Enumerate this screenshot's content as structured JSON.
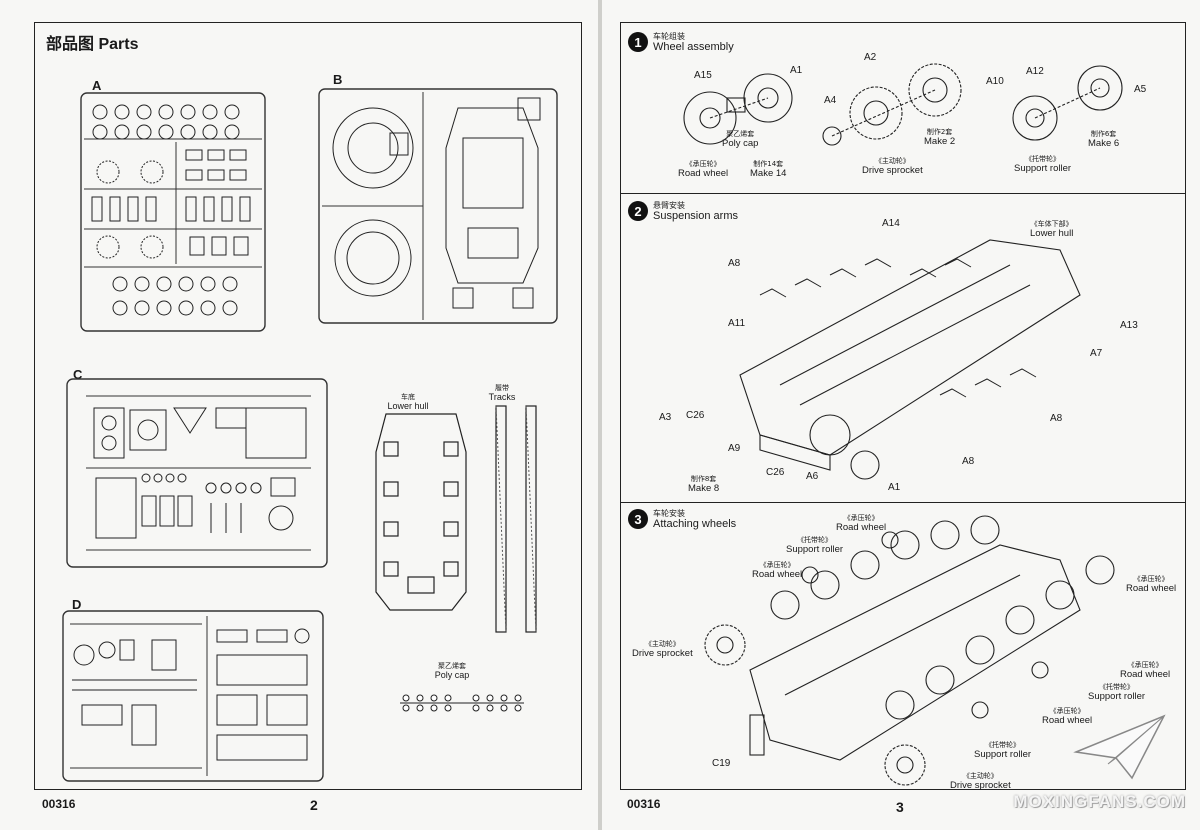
{
  "left_page": {
    "title_cn": "部品图",
    "title_en": "Parts",
    "sprues": [
      "A",
      "B",
      "C",
      "D"
    ],
    "lower_hull": {
      "cn": "车底",
      "en": "Lower hull"
    },
    "tracks": {
      "cn": "履带",
      "en": "Tracks"
    },
    "poly_cap": {
      "cn": "聚乙烯套",
      "en": "Poly cap"
    },
    "product_code": "00316",
    "page_number": "2"
  },
  "right_page": {
    "product_code": "00316",
    "page_number": "3",
    "steps": [
      {
        "number": "1",
        "title_cn": "车轮组装",
        "title_en": "Wheel assembly",
        "part_labels": [
          "A15",
          "A1",
          "A2",
          "A10",
          "A4",
          "A12",
          "A5"
        ],
        "captions": [
          {
            "cn": "聚乙烯套",
            "en": "Poly cap"
          },
          {
            "cn": "《承压轮》",
            "en": "Road wheel"
          },
          {
            "cn": "制作14套",
            "en": "Make 14"
          },
          {
            "cn": "制作2套",
            "en": "Make 2"
          },
          {
            "cn": "《主动轮》",
            "en": "Drive sprocket"
          },
          {
            "cn": "《托带轮》",
            "en": "Support roller"
          },
          {
            "cn": "制作6套",
            "en": "Make 6"
          }
        ]
      },
      {
        "number": "2",
        "title_cn": "悬臂安装",
        "title_en": "Suspension arms",
        "part_labels": [
          "A14",
          "A8",
          "A11",
          "A13",
          "A7",
          "A8",
          "A3",
          "C26",
          "A9",
          "C26",
          "A6",
          "A1",
          "A8"
        ],
        "captions": [
          {
            "cn": "《车体下部》",
            "en": "Lower hull"
          },
          {
            "cn": "制作8套",
            "en": "Make 8"
          }
        ]
      },
      {
        "number": "3",
        "title_cn": "车轮安装",
        "title_en": "Attaching wheels",
        "part_labels": [
          "C19"
        ],
        "captions": [
          {
            "cn": "《承压轮》",
            "en": "Road wheel"
          },
          {
            "cn": "《托带轮》",
            "en": "Support roller"
          },
          {
            "cn": "《承压轮》",
            "en": "Road wheel"
          },
          {
            "cn": "《承压轮》",
            "en": "Road wheel"
          },
          {
            "cn": "《主动轮》",
            "en": "Drive sprocket"
          },
          {
            "cn": "《承压轮》",
            "en": "Road wheel"
          },
          {
            "cn": "《托带轮》",
            "en": "Support roller"
          },
          {
            "cn": "《承压轮》",
            "en": "Road wheel"
          },
          {
            "cn": "《托带轮》",
            "en": "Support roller"
          },
          {
            "cn": "《主动轮》",
            "en": "Drive sprocket"
          }
        ]
      }
    ]
  },
  "watermark": "MOXINGFANS.COM"
}
